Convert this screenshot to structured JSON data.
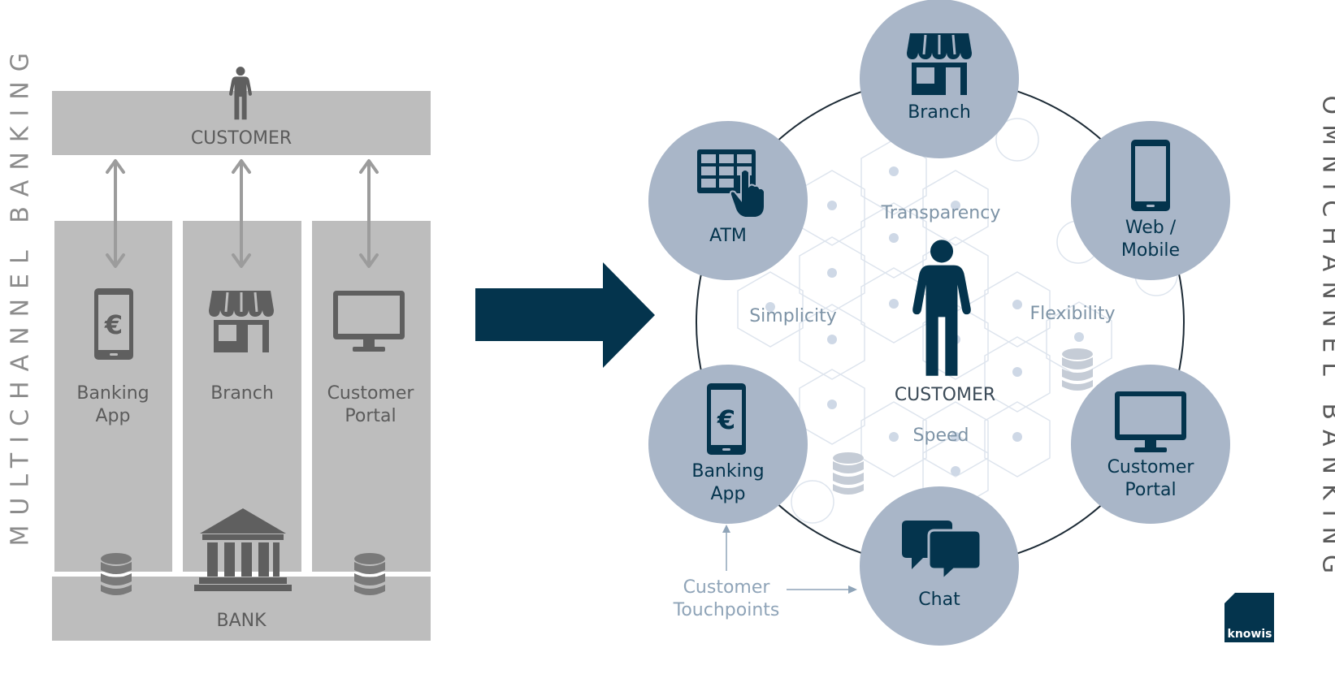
{
  "titles": {
    "left": "MULTICHANNEL BANKING",
    "right": "OMNICHANNEL BANKING"
  },
  "multichannel": {
    "customer_label": "CUSTOMER",
    "bank_label": "BANK",
    "channels": [
      {
        "line1": "Banking",
        "line2": "App",
        "icon": "smartphone-euro-icon"
      },
      {
        "line1": "Branch",
        "line2": "",
        "icon": "storefront-icon"
      },
      {
        "line1": "Customer",
        "line2": "Portal",
        "icon": "monitor-icon"
      }
    ]
  },
  "omnichannel": {
    "customer_label": "CUSTOMER",
    "qualities": [
      "Transparency",
      "Simplicity",
      "Flexibility",
      "Speed"
    ],
    "channels": [
      {
        "line1": "Branch",
        "line2": "",
        "icon": "storefront-icon"
      },
      {
        "line1": "Web /",
        "line2": "Mobile",
        "icon": "smartphone-icon"
      },
      {
        "line1": "Customer",
        "line2": "Portal",
        "icon": "monitor-icon"
      },
      {
        "line1": "Chat",
        "line2": "",
        "icon": "chat-bubbles-icon"
      },
      {
        "line1": "Banking",
        "line2": "App",
        "icon": "smartphone-euro-icon"
      },
      {
        "line1": "ATM",
        "line2": "",
        "icon": "atm-keypad-icon"
      }
    ],
    "touchpoints_line1": "Customer",
    "touchpoints_line2": "Touchpoints"
  },
  "logo": "knowis",
  "colors": {
    "navy": "#04344d",
    "circle_fill": "#a9b6c8",
    "gray_panel": "#bdbdbd",
    "gray_icon": "#5f5f5f",
    "quality_text": "#7d93a6"
  }
}
